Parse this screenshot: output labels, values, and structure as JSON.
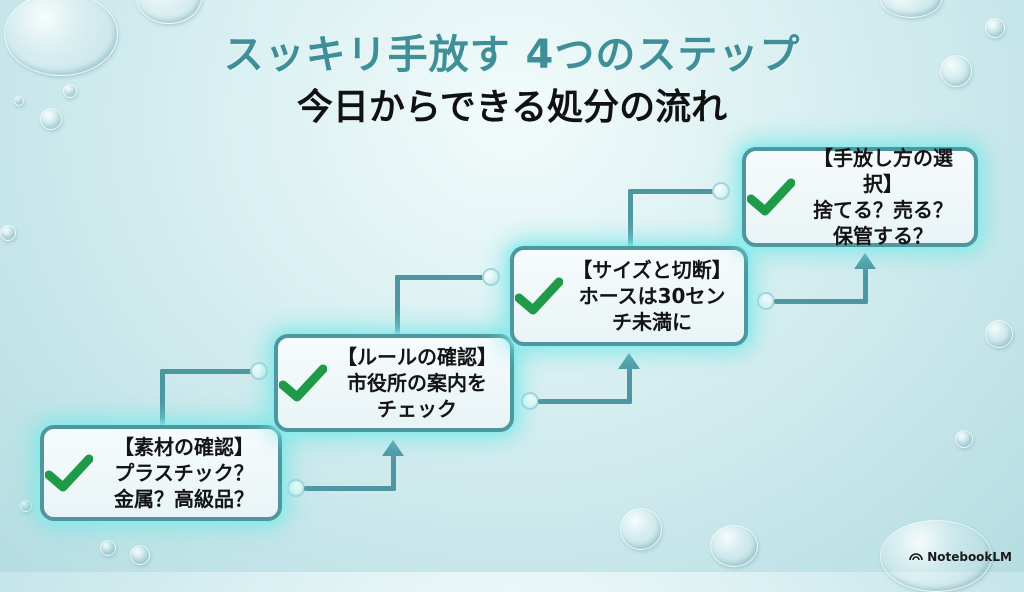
{
  "title": {
    "main": "スッキリ手放す 4つのステップ",
    "sub": "今日からできる処分の流れ"
  },
  "steps": [
    {
      "heading": "【素材の確認】",
      "line1": "プラスチック？",
      "line2": "金属？高級品？",
      "icon": "check-icon"
    },
    {
      "heading": "【ルールの確認】",
      "line1": "市役所の案内を",
      "line2": "チェック",
      "icon": "check-icon"
    },
    {
      "heading": "【サイズと切断】",
      "line1": "ホースは30セン",
      "line2": "チ未満に",
      "icon": "check-icon"
    },
    {
      "heading": "【手放し方の選択】",
      "line1": "捨てる？売る？",
      "line2": "保管する？",
      "icon": "check-icon"
    }
  ],
  "colors": {
    "title_accent": "#3f8f98",
    "card_border": "#4f97a0",
    "check_green": "#1f9a48",
    "glow": "#78e6e6"
  },
  "branding": {
    "label": "NotebookLM"
  }
}
